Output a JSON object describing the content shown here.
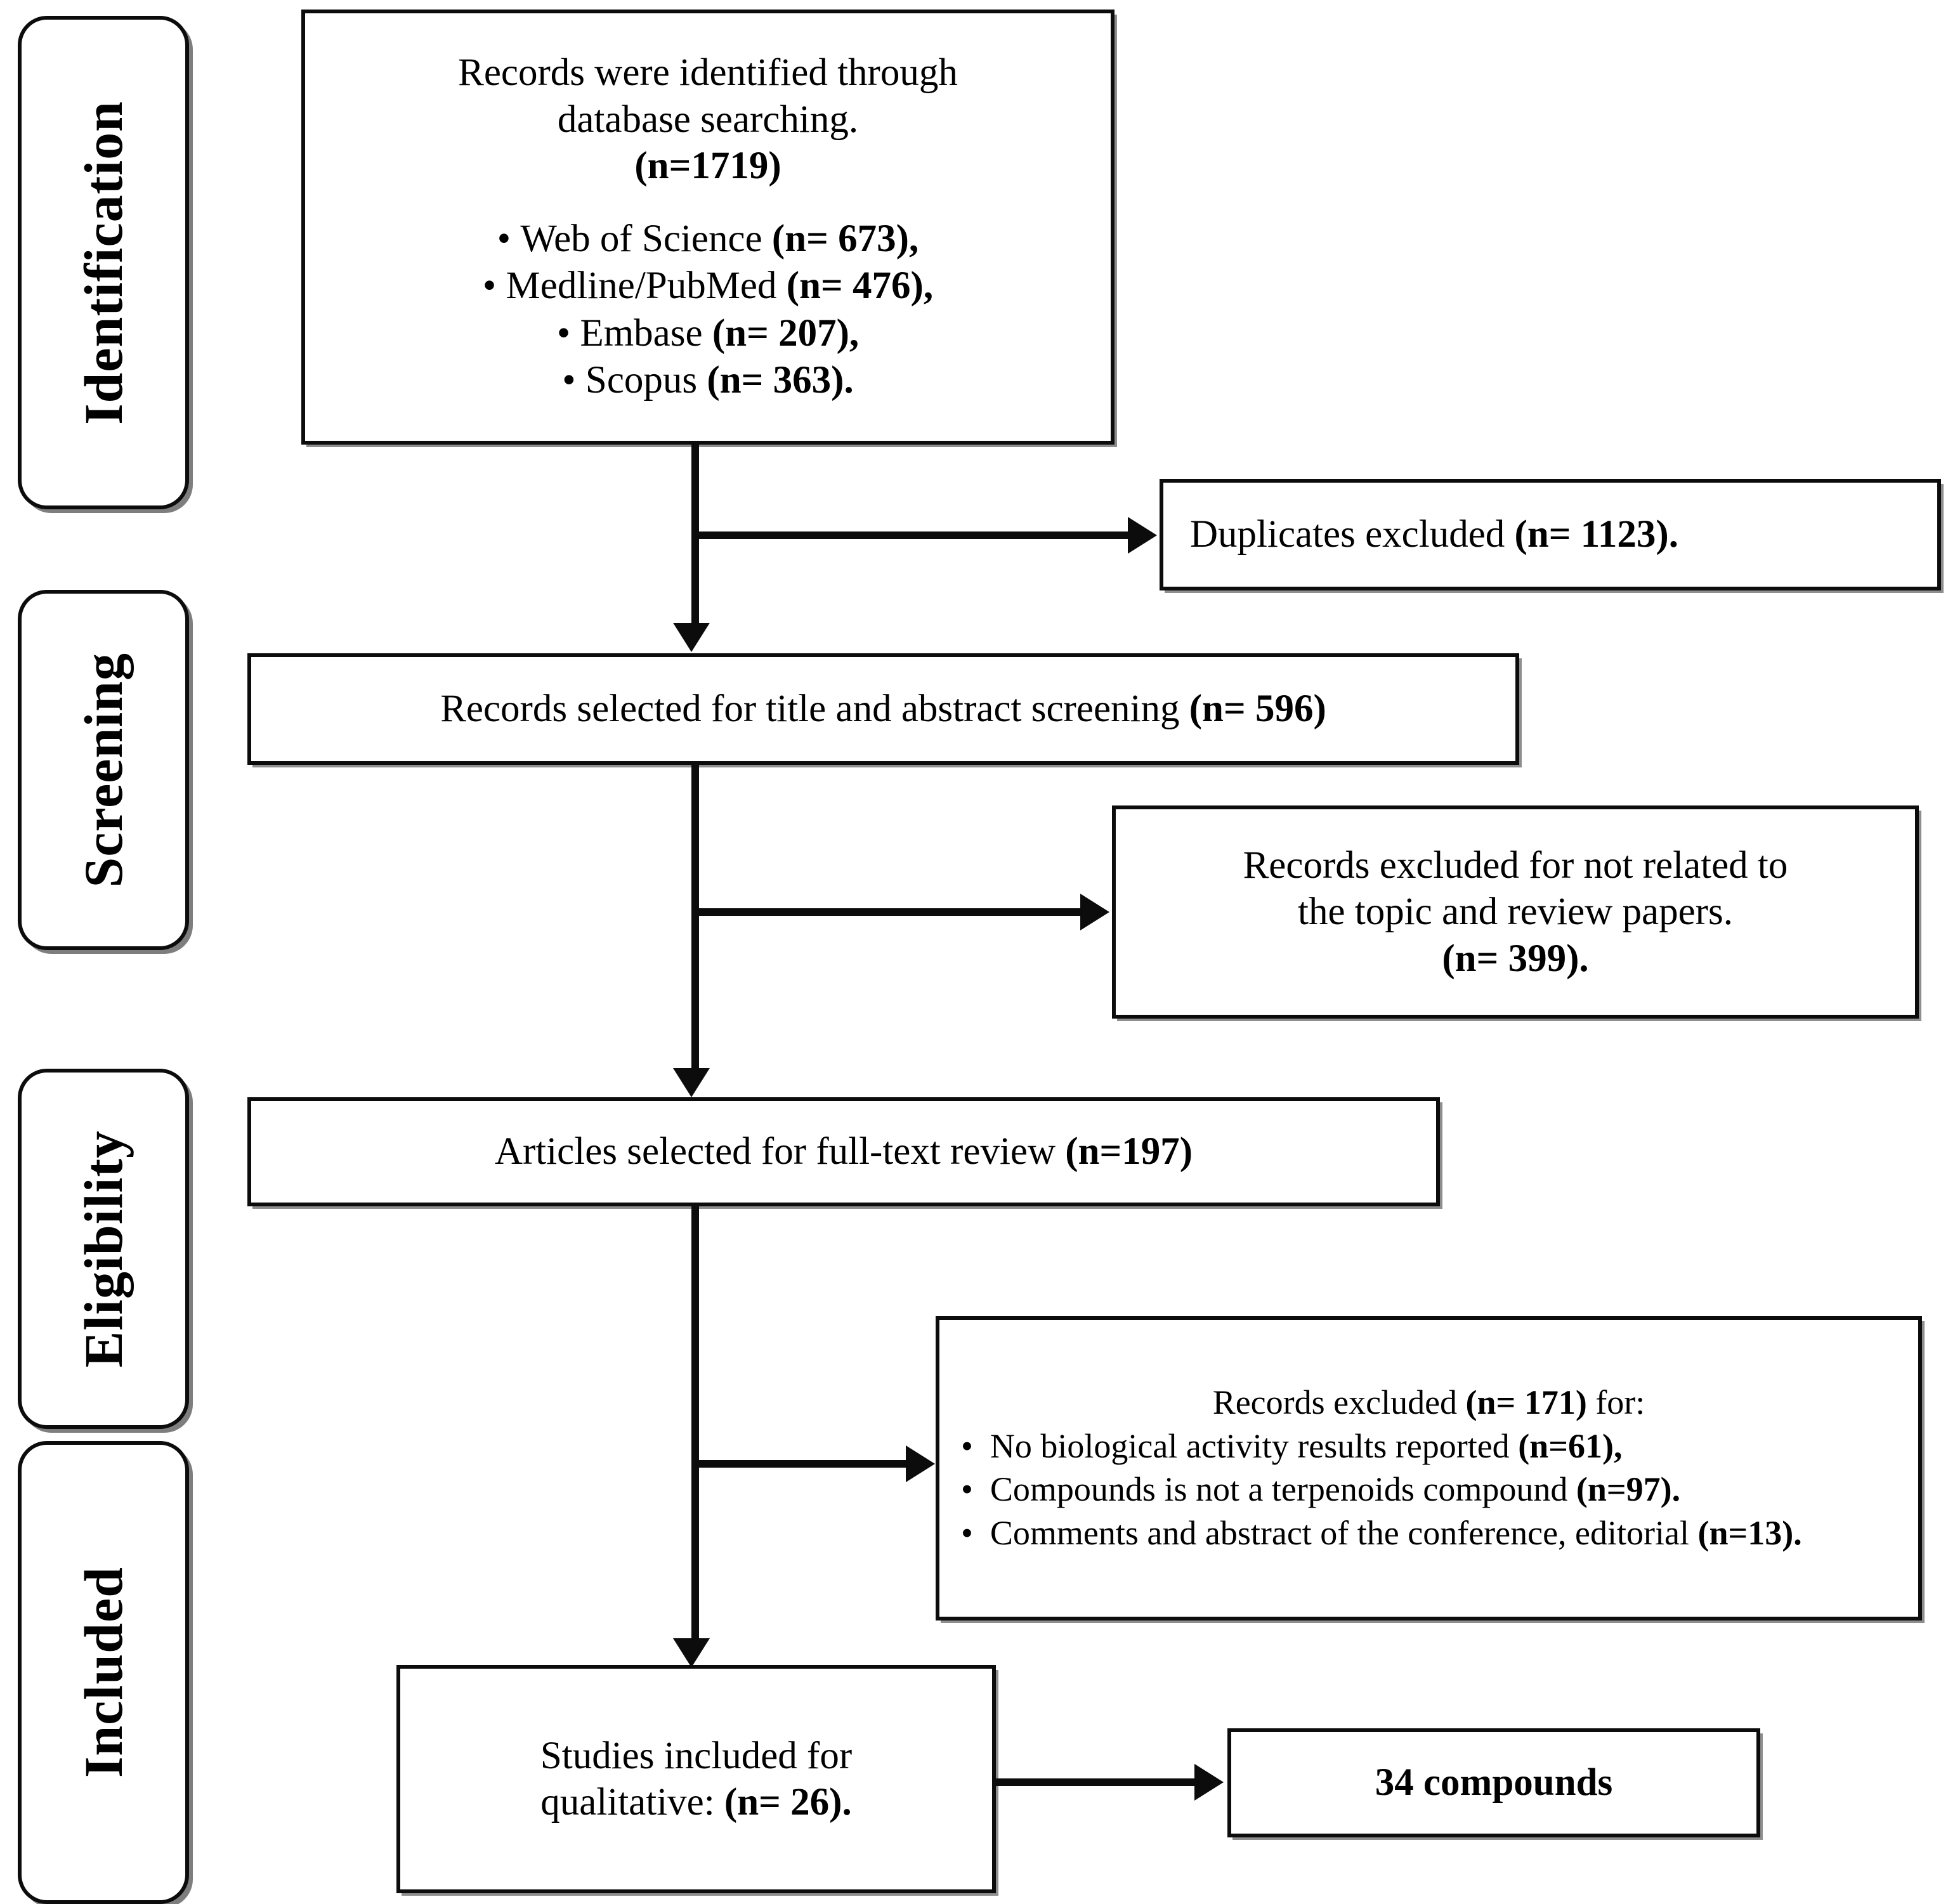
{
  "diagram": {
    "title": "PRISMA study selection flow diagram",
    "accent_color": "#0c0c0c",
    "background_color": "#ffffff"
  },
  "stages": [
    {
      "id": "identification",
      "label": "Identification"
    },
    {
      "id": "screening",
      "label": "Screening"
    },
    {
      "id": "eligibility",
      "label": "Eligibility"
    },
    {
      "id": "included",
      "label": "Included"
    }
  ],
  "boxes": {
    "identified": {
      "line1": "Records were identified through",
      "line2": "database searching.",
      "line3": "(n=1719)",
      "sources": [
        "Web of Science (n= 673),",
        "Medline/PubMed (n= 476),",
        "Embase (n= 207),",
        "Scopus (n= 363)."
      ]
    },
    "duplicates": {
      "text": "Duplicates excluded (n= 1123)."
    },
    "title_abstract": {
      "text": "Records selected for title and abstract screening (n= 596)"
    },
    "screening_excluded": {
      "line1": "Records excluded for not related to",
      "line2": "the topic and review papers.",
      "line3": "(n= 399)."
    },
    "full_text": {
      "text": "Articles selected for full-text review (n=197)"
    },
    "eligibility_excluded": {
      "heading": "Records excluded (n= 171) for:",
      "reasons": [
        "No biological activity results reported (n=61),",
        "Compounds is not a terpenoids compound (n=97).",
        "Comments and abstract of the conference, editorial (n=13)."
      ]
    },
    "included_studies": {
      "line1": "Studies included for",
      "line2": "qualitative: (n= 26)."
    },
    "compounds": {
      "text": "34 compounds"
    }
  },
  "counts": {
    "total_identified": 1719,
    "web_of_science": 673,
    "medline_pubmed": 476,
    "embase": 207,
    "scopus": 363,
    "duplicates_excluded": 1123,
    "title_abstract_screened": 596,
    "screening_excluded": 399,
    "full_text_reviewed": 197,
    "eligibility_excluded_total": 171,
    "no_biological_activity": 61,
    "not_terpenoid": 97,
    "comments_abstracts_editorial": 13,
    "studies_included": 26,
    "compounds_identified": 34
  }
}
